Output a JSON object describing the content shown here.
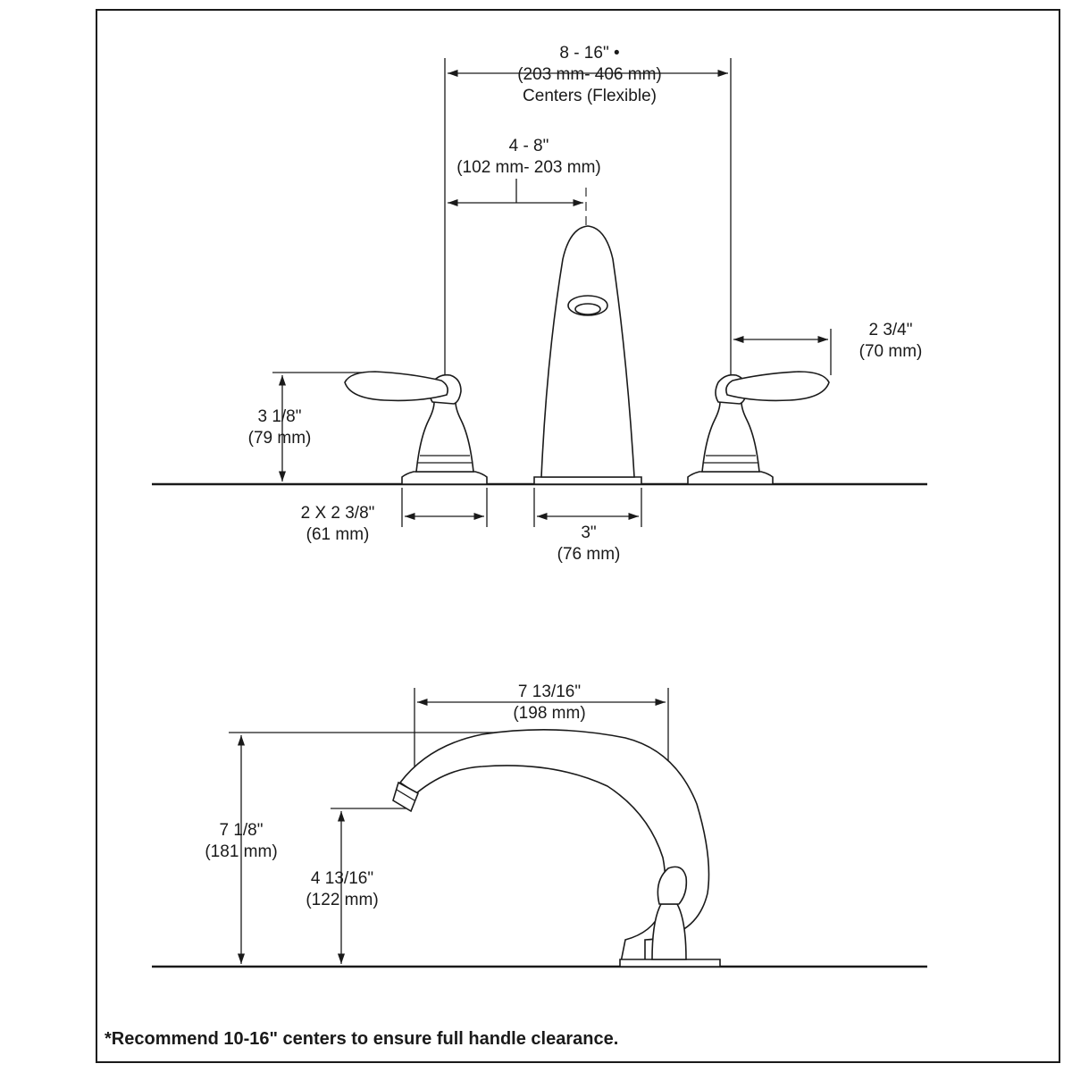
{
  "front_view": {
    "centers_flexible": {
      "line1": "8 - 16\" •",
      "line2": "(203 mm- 406 mm)",
      "line3": "Centers (Flexible)"
    },
    "spout_offset": {
      "line1": "4 - 8\"",
      "line2": "(102 mm- 203 mm)"
    },
    "handle_reach": {
      "line1": "2 3/4\"",
      "line2": "(70 mm)"
    },
    "handle_height": {
      "line1": "3 1/8\"",
      "line2": "(79 mm)"
    },
    "handle_base": {
      "line1": "2 X 2 3/8\"",
      "line2": "(61 mm)"
    },
    "spout_base": {
      "line1": "3\"",
      "line2": "(76 mm)"
    }
  },
  "side_view": {
    "spout_reach": {
      "line1": "7 13/16\"",
      "line2": "(198 mm)"
    },
    "spout_height": {
      "line1": "7 1/8\"",
      "line2": "(181 mm)"
    },
    "outlet_height": {
      "line1": "4 13/16\"",
      "line2": "(122 mm)"
    }
  },
  "footnote": "*Recommend 10-16\" centers to ensure full handle clearance."
}
